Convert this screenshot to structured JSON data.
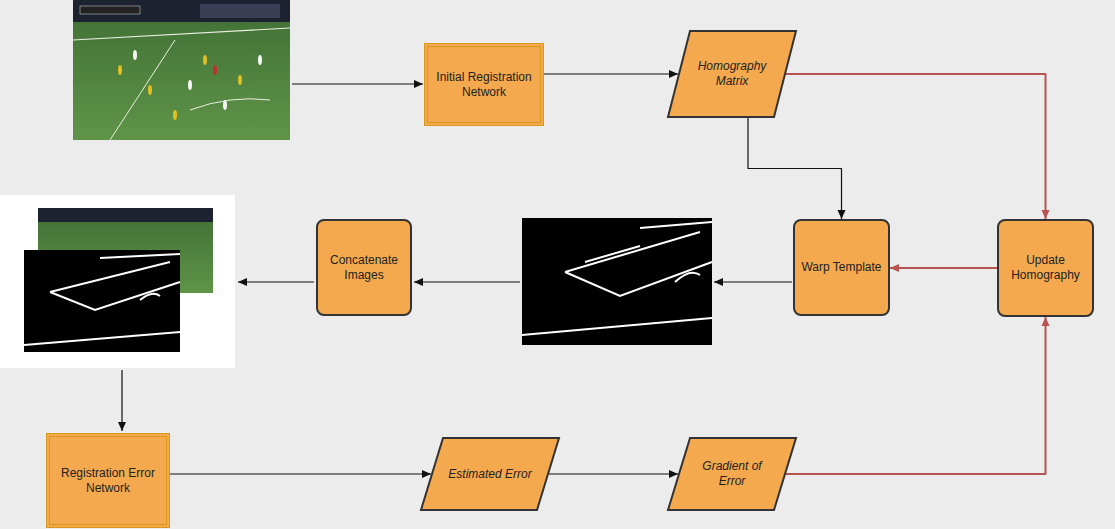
{
  "diagram": {
    "nodes": [
      {
        "text": [
          "Initial Registration Network"
        ]
      },
      {
        "text": [
          "Homography Matrix"
        ]
      },
      {
        "text": [
          "Concatenate Images"
        ]
      },
      {
        "text": [
          "Warp Template"
        ]
      },
      {
        "text": [
          "Update Homography"
        ]
      },
      {
        "text": [
          "Registration Error Network"
        ]
      },
      {
        "text": [
          "Estimated Error"
        ]
      },
      {
        "text": [
          "Gradient of Error"
        ]
      }
    ],
    "edges": [
      {
        "from": 0,
        "to": 1,
        "arrow": "to"
      },
      {
        "from": 1,
        "to": 3,
        "arrow": "to"
      },
      {
        "from": 1,
        "to": 4,
        "arrow": "to"
      },
      {
        "from": 4,
        "to": 3,
        "arrow": "to"
      },
      {
        "from": 5,
        "to": 6,
        "arrow": "to"
      },
      {
        "from": 6,
        "to": 7,
        "arrow": "to"
      },
      {
        "from": 7,
        "to": 4,
        "arrow": "to"
      }
    ]
  }
}
